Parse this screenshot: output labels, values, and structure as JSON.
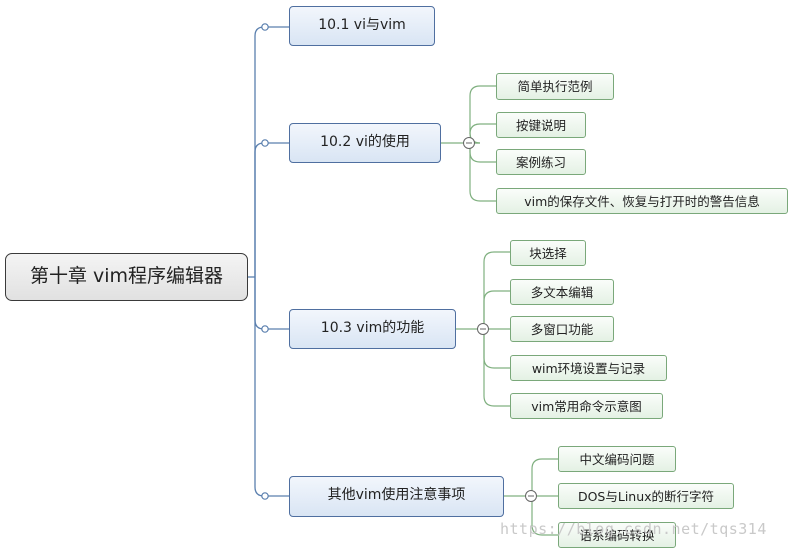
{
  "mindmap": {
    "root": "第十章 vim程序编辑器",
    "branches": [
      {
        "label": "10.1 vi与vim",
        "children": []
      },
      {
        "label": "10.2 vi的使用",
        "children": [
          "简单执行范例",
          "按键说明",
          "案例练习",
          "vim的保存文件、恢复与打开时的警告信息"
        ]
      },
      {
        "label": "10.3 vim的功能",
        "children": [
          "块选择",
          "多文本编辑",
          "多窗口功能",
          "wim环境设置与记录",
          "vim常用命令示意图"
        ]
      },
      {
        "label": "其他vim使用注意事项",
        "children": [
          "中文编码问题",
          "DOS与Linux的断行字符",
          "语系编码转换"
        ]
      }
    ]
  },
  "watermark": "https://blog.csdn.net/tqs314",
  "colors": {
    "root_border": "#3a3a3a",
    "level1_border": "#4f6fa0",
    "level1_connector": "#5a7fae",
    "level2_border": "#7aa87a",
    "level2_connector": "#80b080"
  }
}
